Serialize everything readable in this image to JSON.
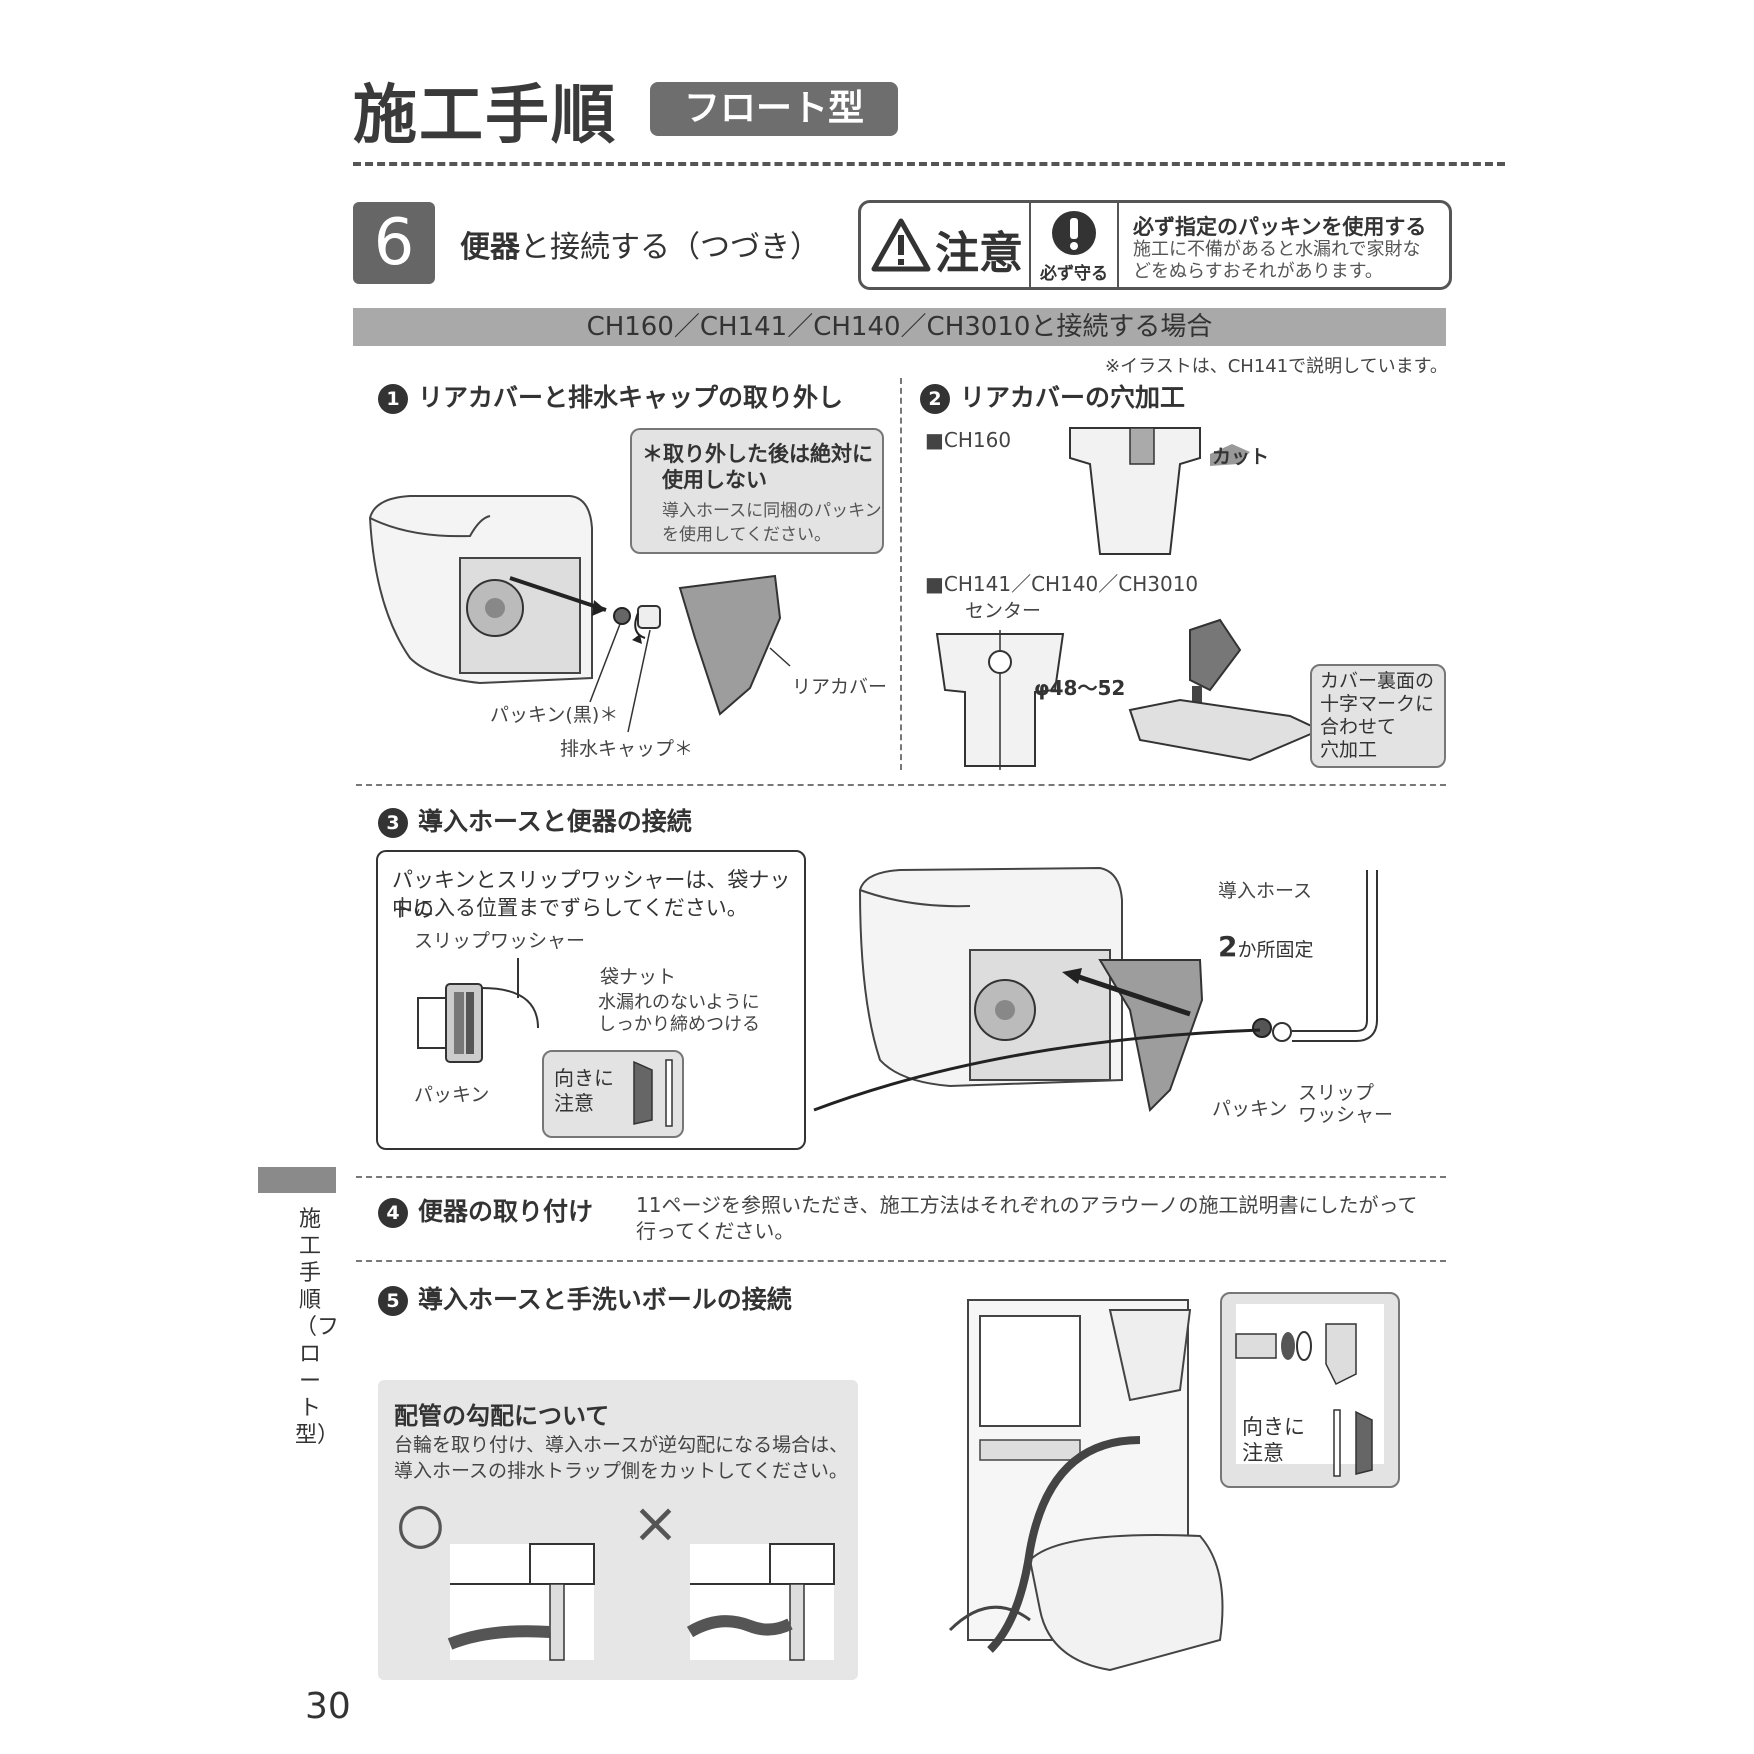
{
  "header": {
    "title": "施工手順",
    "badge": "フロート型"
  },
  "step": {
    "number": "6",
    "title_bold": "便器",
    "title_rest": "と接続する（つづき）"
  },
  "caution": {
    "label": "注意",
    "must_label": "必ず守る",
    "headline": "必ず指定のパッキンを使用する",
    "body": "施工に不備があると水漏れで家財などをぬらすおそれがあります。"
  },
  "section_bar": "CH160／CH141／CH140／CH3010と接続する場合",
  "note": "※イラストは、CH141で説明しています。",
  "sub1": {
    "num": "1",
    "title": "リアカバーと排水キャップの取り外し",
    "callout_title_1": "＊取り外した後は絶対に",
    "callout_title_2": "使用しない",
    "callout_body_1": "導入ホースに同梱のパッキン",
    "callout_body_2": "を使用してください。",
    "label_gasket": "パッキン(黒)＊",
    "label_cap": "排水キャップ＊",
    "label_cover": "リアカバー"
  },
  "sub2": {
    "num": "2",
    "title": "リアカバーの穴加工",
    "model_a": "■CH160",
    "cut": "カット",
    "model_b": "■CH141／CH140／CH3010",
    "center": "センター",
    "dia": "φ48～52",
    "callout_1": "カバー裏面の",
    "callout_2": "十字マークに",
    "callout_3": "合わせて",
    "callout_4": "穴加工"
  },
  "sub3": {
    "num": "3",
    "title": "導入ホースと便器の接続",
    "box_text_1": "パッキンとスリップワッシャーは、袋ナットの",
    "box_text_2": "中に入る位置までずらしてください。",
    "slip_washer": "スリップワッシャー",
    "bag_nut": "袋ナット",
    "tighten_1": "水漏れのないように",
    "tighten_2": "しっかり締めつける",
    "gasket": "パッキン",
    "orient_1": "向きに",
    "orient_2": "注意",
    "hose": "導入ホース",
    "two_fix_num": "2",
    "two_fix": "か所固定",
    "gasket_r": "パッキン",
    "slip_1": "スリップ",
    "slip_2": "ワッシャー"
  },
  "sub4": {
    "num": "4",
    "title": "便器の取り付け",
    "text_1": "11ページを参照いただき、施工方法はそれぞれのアラウーノの施工説明書にしたがって",
    "text_2": "行ってください。"
  },
  "sub5": {
    "num": "5",
    "title": "導入ホースと手洗いボールの接続",
    "pipe_title": "配管の勾配について",
    "pipe_text_1": "台輪を取り付け、導入ホースが逆勾配になる場合は、",
    "pipe_text_2": "導入ホースの排水トラップ側をカットしてください。",
    "ok": "○",
    "ng": "×",
    "orient_1": "向きに",
    "orient_2": "注意"
  },
  "side": {
    "text": "施工手順（フロート型）"
  },
  "page_number": "30"
}
